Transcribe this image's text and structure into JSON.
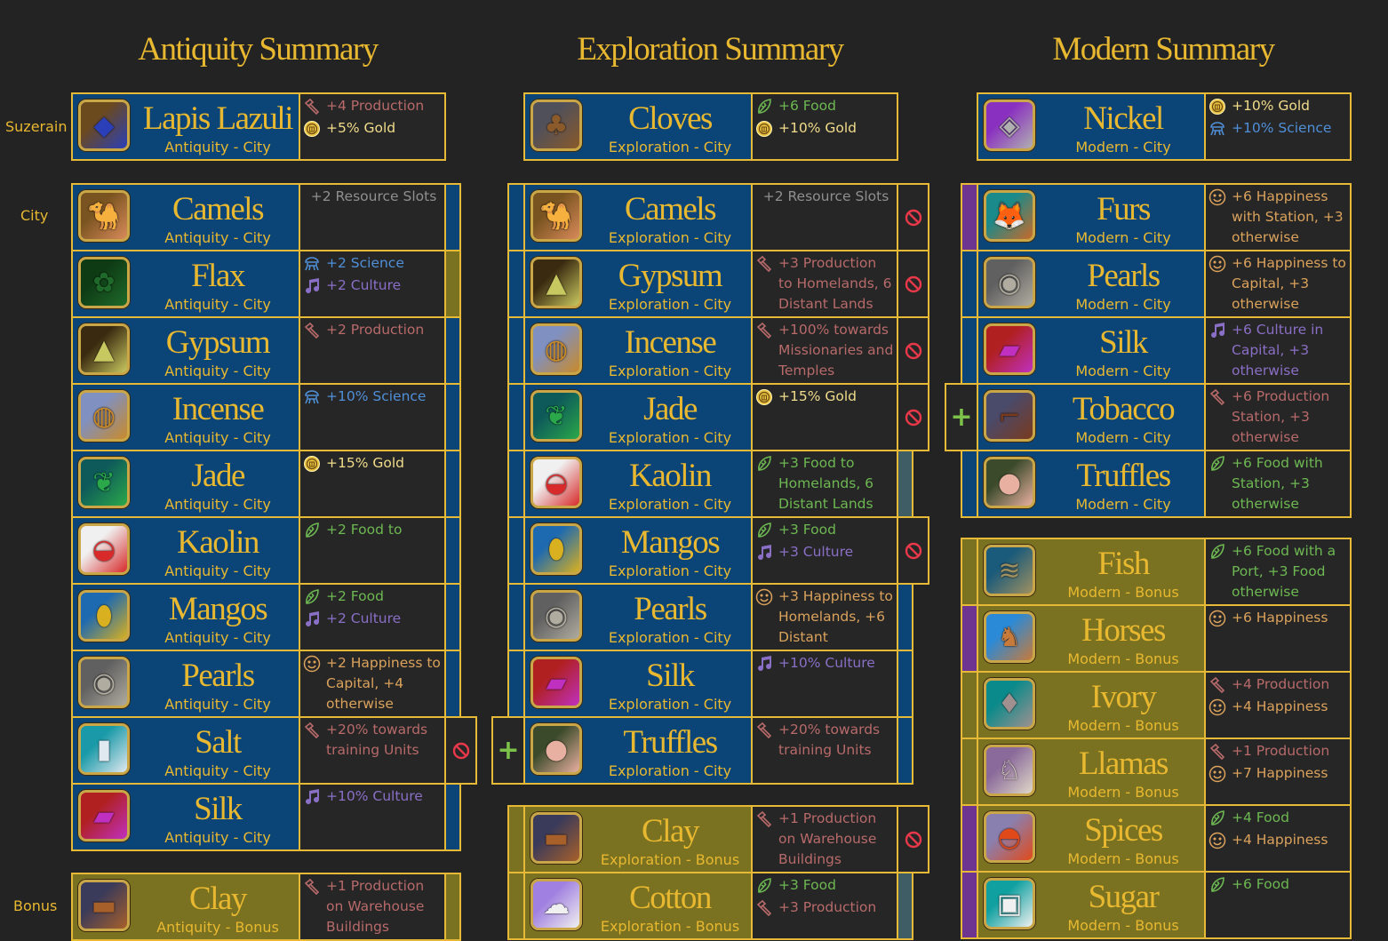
{
  "labels": {
    "suzerain": "Suzerain",
    "city": "City",
    "bonus": "Bonus"
  },
  "colors": {
    "gold_border": "#e6b936",
    "city_blue": "#0b4577",
    "bonus_olive": "#7a7220",
    "purple": "#6e3590",
    "teal": "#3e5d64",
    "ban_red": "#e8384a",
    "plus_green": "#7cc24a"
  },
  "columns": [
    {
      "title": "Antiquity Summary",
      "suzerain": [
        {
          "name": "Lapis Lazuli",
          "sub": "Antiquity - City",
          "kind": "city",
          "icon": "lapis-icon",
          "effects": [
            {
              "type": "production",
              "text": "+4 Production"
            },
            {
              "type": "gold",
              "text": "+5% Gold"
            }
          ]
        }
      ],
      "city": [
        {
          "name": "Camels",
          "sub": "Antiquity - City",
          "kind": "city",
          "icon": "camel-icon",
          "right": "blue",
          "effects": [
            {
              "type": "plain",
              "text": "+2 Resource Slots"
            }
          ]
        },
        {
          "name": "Flax",
          "sub": "Antiquity - City",
          "kind": "city",
          "icon": "flax-icon",
          "right": "olive",
          "effects": [
            {
              "type": "science",
              "text": "+2 Science"
            },
            {
              "type": "culture",
              "text": "+2 Culture"
            }
          ]
        },
        {
          "name": "Gypsum",
          "sub": "Antiquity - City",
          "kind": "city",
          "icon": "gypsum-icon",
          "right": "blue",
          "effects": [
            {
              "type": "production",
              "text": "+2 Production"
            }
          ]
        },
        {
          "name": "Incense",
          "sub": "Antiquity - City",
          "kind": "city",
          "icon": "incense-icon",
          "right": "blue",
          "effects": [
            {
              "type": "science",
              "text": "+10% Science"
            }
          ]
        },
        {
          "name": "Jade",
          "sub": "Antiquity - City",
          "kind": "city",
          "icon": "jade-icon",
          "right": "blue",
          "effects": [
            {
              "type": "gold",
              "text": "+15% Gold"
            }
          ]
        },
        {
          "name": "Kaolin",
          "sub": "Antiquity - City",
          "kind": "city",
          "icon": "kaolin-icon",
          "right": "blue",
          "effects": [
            {
              "type": "food",
              "text": "+2 Food to"
            }
          ]
        },
        {
          "name": "Mangos",
          "sub": "Antiquity - City",
          "kind": "city",
          "icon": "mango-icon",
          "right": "blue",
          "effects": [
            {
              "type": "food",
              "text": "+2 Food"
            },
            {
              "type": "culture",
              "text": "+2 Culture"
            }
          ]
        },
        {
          "name": "Pearls",
          "sub": "Antiquity - City",
          "kind": "city",
          "icon": "pearl-icon",
          "right": "blue",
          "effects": [
            {
              "type": "happiness",
              "text": "+2 Happiness to Capital, +4 otherwise"
            }
          ]
        },
        {
          "name": "Salt",
          "sub": "Antiquity - City",
          "kind": "city",
          "icon": "salt-icon",
          "right": "ban",
          "effects": [
            {
              "type": "production",
              "text": "+20% towards training Units"
            }
          ]
        },
        {
          "name": "Silk",
          "sub": "Antiquity - City",
          "kind": "city",
          "icon": "silk-icon",
          "right": "blue",
          "effects": [
            {
              "type": "culture",
              "text": "+10% Culture"
            }
          ]
        }
      ],
      "bonus": [
        {
          "name": "Clay",
          "sub": "Antiquity - Bonus",
          "kind": "bonus",
          "icon": "clay-icon",
          "right": "olive",
          "effects": [
            {
              "type": "production",
              "text": "+1 Production on Warehouse Buildings"
            }
          ]
        }
      ]
    },
    {
      "title": "Exploration Summary",
      "suzerain": [
        {
          "name": "Cloves",
          "sub": "Exploration - City",
          "kind": "city",
          "icon": "cloves-icon",
          "effects": [
            {
              "type": "food",
              "text": "+6 Food"
            },
            {
              "type": "gold",
              "text": "+10% Gold"
            }
          ]
        }
      ],
      "city": [
        {
          "name": "Camels",
          "sub": "Exploration - City",
          "kind": "city",
          "icon": "camel-icon",
          "left": "blue",
          "right": "ban",
          "effects": [
            {
              "type": "plain",
              "text": "+2 Resource Slots"
            }
          ]
        },
        {
          "name": "Gypsum",
          "sub": "Exploration - City",
          "kind": "city",
          "icon": "gypsum-icon",
          "left": "blue",
          "right": "ban",
          "effects": [
            {
              "type": "production",
              "text": "+3 Production to Homelands, 6 Distant Lands"
            }
          ]
        },
        {
          "name": "Incense",
          "sub": "Exploration - City",
          "kind": "city",
          "icon": "incense-icon",
          "left": "blue",
          "right": "ban",
          "effects": [
            {
              "type": "production",
              "text": "+100% towards Missionaries and Temples"
            }
          ]
        },
        {
          "name": "Jade",
          "sub": "Exploration - City",
          "kind": "city",
          "icon": "jade-icon",
          "left": "blue",
          "right": "ban",
          "effects": [
            {
              "type": "gold",
              "text": "+15% Gold"
            }
          ]
        },
        {
          "name": "Kaolin",
          "sub": "Exploration - City",
          "kind": "city",
          "icon": "kaolin-icon",
          "left": "blue",
          "right": "teal",
          "effects": [
            {
              "type": "food",
              "text": "+3 Food to Homelands, 6 Distant Lands"
            }
          ]
        },
        {
          "name": "Mangos",
          "sub": "Exploration - City",
          "kind": "city",
          "icon": "mango-icon",
          "left": "blue",
          "right": "ban",
          "effects": [
            {
              "type": "food",
              "text": "+3 Food"
            },
            {
              "type": "culture",
              "text": "+3 Culture"
            }
          ]
        },
        {
          "name": "Pearls",
          "sub": "Exploration - City",
          "kind": "city",
          "icon": "pearl-icon",
          "left": "blue",
          "right": "blue",
          "effects": [
            {
              "type": "happiness",
              "text": "+3 Happiness to Homelands, +6 Distant"
            }
          ]
        },
        {
          "name": "Silk",
          "sub": "Exploration - City",
          "kind": "city",
          "icon": "silk-icon",
          "left": "blue",
          "right": "blue",
          "effects": [
            {
              "type": "culture",
              "text": "+10% Culture"
            }
          ]
        },
        {
          "name": "Truffles",
          "sub": "Exploration - City",
          "kind": "city",
          "icon": "truffle-icon",
          "left": "plus",
          "right": "blue",
          "effects": [
            {
              "type": "production",
              "text": "+20% towards training Units"
            }
          ]
        }
      ],
      "bonus": [
        {
          "name": "Clay",
          "sub": "Exploration - Bonus",
          "kind": "bonus",
          "icon": "clay-icon",
          "left": "olive",
          "right": "ban",
          "effects": [
            {
              "type": "production",
              "text": "+1 Production on Warehouse Buildings"
            }
          ]
        },
        {
          "name": "Cotton",
          "sub": "Exploration - Bonus",
          "kind": "bonus",
          "icon": "cotton-icon",
          "left": "olive",
          "right": "teal",
          "effects": [
            {
              "type": "food",
              "text": "+3 Food"
            },
            {
              "type": "production",
              "text": "+3 Production"
            }
          ]
        }
      ]
    },
    {
      "title": "Modern Summary",
      "suzerain": [
        {
          "name": "Nickel",
          "sub": "Modern - City",
          "kind": "city",
          "icon": "nickel-icon",
          "effects": [
            {
              "type": "gold",
              "text": "+10% Gold"
            },
            {
              "type": "science",
              "text": "+10% Science"
            }
          ]
        }
      ],
      "city": [
        {
          "name": "Furs",
          "sub": "Modern - City",
          "kind": "city",
          "icon": "fur-icon",
          "left": "purple",
          "effects": [
            {
              "type": "happiness",
              "text": "+6 Happiness with Station, +3 otherwise"
            }
          ]
        },
        {
          "name": "Pearls",
          "sub": "Modern - City",
          "kind": "city",
          "icon": "pearl-icon",
          "left": "blue",
          "effects": [
            {
              "type": "happiness",
              "text": "+6 Happiness to Capital, +3 otherwise"
            }
          ]
        },
        {
          "name": "Silk",
          "sub": "Modern - City",
          "kind": "city",
          "icon": "silk-icon",
          "left": "blue",
          "effects": [
            {
              "type": "culture",
              "text": "+6 Culture in Capital, +3 otherwise"
            }
          ]
        },
        {
          "name": "Tobacco",
          "sub": "Modern - City",
          "kind": "city",
          "icon": "tobacco-icon",
          "left": "plus",
          "effects": [
            {
              "type": "production",
              "text": "+6 Production Station, +3 otherwise"
            }
          ]
        },
        {
          "name": "Truffles",
          "sub": "Modern - City",
          "kind": "city",
          "icon": "truffle-icon",
          "left": "blue",
          "effects": [
            {
              "type": "food",
              "text": "+6 Food with Station, +3 otherwise"
            }
          ]
        }
      ],
      "bonus": [
        {
          "name": "Fish",
          "sub": "Modern - Bonus",
          "kind": "bonus",
          "icon": "fish-icon",
          "left": "olive",
          "effects": [
            {
              "type": "food",
              "text": "+6 Food with a Port, +3 Food otherwise"
            }
          ]
        },
        {
          "name": "Horses",
          "sub": "Modern - Bonus",
          "kind": "bonus",
          "icon": "horse-icon",
          "left": "purple",
          "effects": [
            {
              "type": "happiness",
              "text": "+6 Happiness"
            }
          ]
        },
        {
          "name": "Ivory",
          "sub": "Modern - Bonus",
          "kind": "bonus",
          "icon": "ivory-icon",
          "left": "olive",
          "effects": [
            {
              "type": "production",
              "text": "+4 Production"
            },
            {
              "type": "happiness",
              "text": "+4 Happiness"
            }
          ]
        },
        {
          "name": "Llamas",
          "sub": "Modern - Bonus",
          "kind": "bonus",
          "icon": "llama-icon",
          "left": "olive",
          "effects": [
            {
              "type": "production",
              "text": "+1 Production"
            },
            {
              "type": "happiness",
              "text": "+7 Happiness"
            }
          ]
        },
        {
          "name": "Spices",
          "sub": "Modern - Bonus",
          "kind": "bonus",
          "icon": "spice-icon",
          "left": "purple",
          "effects": [
            {
              "type": "food",
              "text": "+4 Food"
            },
            {
              "type": "happiness",
              "text": "+4 Happiness"
            }
          ]
        },
        {
          "name": "Sugar",
          "sub": "Modern - Bonus",
          "kind": "bonus",
          "icon": "sugar-icon",
          "left": "purple",
          "effects": [
            {
              "type": "food",
              "text": "+6 Food"
            }
          ]
        }
      ]
    }
  ]
}
